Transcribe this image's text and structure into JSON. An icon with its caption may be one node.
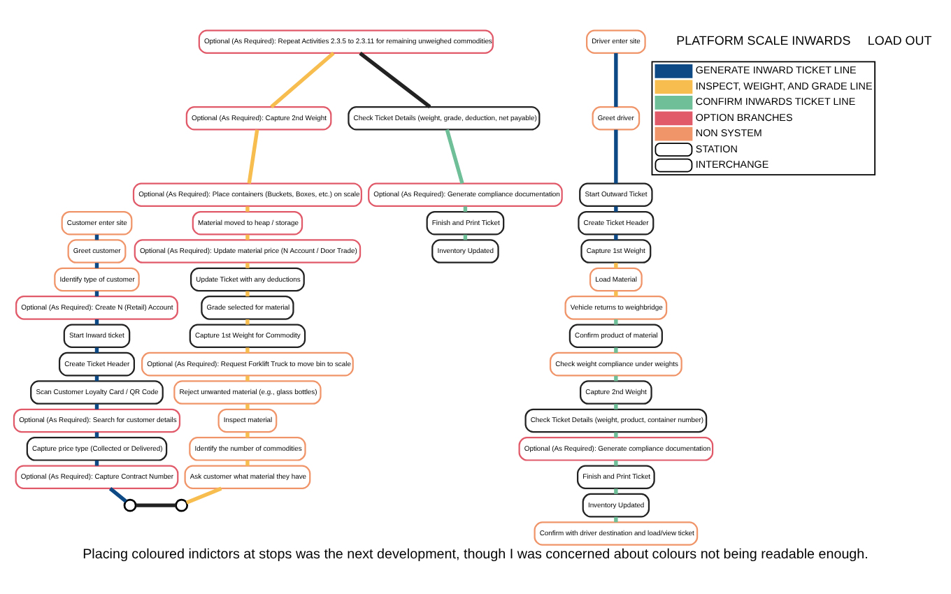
{
  "diagram": {
    "caption": "Placing coloured indictors at stops was the next development, though I was concerned about colours not being readable enough.",
    "nodes": [
      {
        "text": [
          "Customer enter site"
        ]
      },
      {
        "text": [
          "Greet customer"
        ]
      },
      {
        "text": [
          "Identify type of customer"
        ]
      },
      {
        "text": [
          "Optional (As Required): Create N (Retail) Account"
        ]
      },
      {
        "text": [
          "Start Inward ticket"
        ]
      },
      {
        "text": [
          "Create Ticket Header"
        ]
      },
      {
        "text": [
          "Scan Customer Loyalty Card / QR Code"
        ]
      },
      {
        "text": [
          "Optional (As Required): Search for customer details"
        ]
      },
      {
        "text": [
          "Capture price type (Collected or Delivered)"
        ]
      },
      {
        "text": [
          "Optional (As Required): Capture Contract Number"
        ]
      },
      {
        "text": [],
        "shape": "circle"
      },
      {
        "text": [],
        "shape": "circle"
      },
      {
        "text": [
          "Ask customer what material they have"
        ]
      },
      {
        "text": [
          "Identify the number of commodities"
        ]
      },
      {
        "text": [
          "Inspect material"
        ]
      },
      {
        "text": [
          "Reject unwanted material (e.g., glass bottles)"
        ]
      },
      {
        "text": [
          "Optional (As Required): Request Forklift Truck to move bin to scale"
        ]
      },
      {
        "text": [
          "Capture 1st Weight for Commodity"
        ]
      },
      {
        "text": [
          "Grade selected for material"
        ]
      },
      {
        "text": [
          "Update Ticket with any deductions"
        ]
      },
      {
        "text": [
          "Optional (As Required): Update material price (N Account / Door Trade)"
        ]
      },
      {
        "text": [
          "Material moved to heap / storage"
        ]
      },
      {
        "text": [
          "Optional (As Required): Place containers (Buckets, Boxes, etc.) on scale"
        ]
      },
      {
        "text": [
          "Optional (As Required): Capture 2nd Weight"
        ]
      },
      {
        "text": [
          "Optional (As Required): Repeat Activities 2.3.5 to 2.3.11 for remaining unweighed commodities"
        ]
      },
      {
        "text": [
          "Check Ticket Details (weight, grade, deduction, net payable)"
        ]
      },
      {
        "text": [
          "Optional (As Required): Generate compliance documentation"
        ]
      },
      {
        "text": [
          "Finish and Print Ticket"
        ]
      },
      {
        "text": [
          "Inventory Updated"
        ]
      },
      {
        "text": [
          "Driver enter site"
        ]
      },
      {
        "text": [
          "Greet driver"
        ]
      },
      {
        "text": [
          "Start Outward Ticket"
        ]
      },
      {
        "text": [
          "Create Ticket Header"
        ]
      },
      {
        "text": [
          "Confirm with driver destination and load/view ticket"
        ]
      },
      {
        "text": [
          "Inventory Updated"
        ]
      },
      {
        "text": [
          "Finish and Print Ticket"
        ]
      },
      {
        "text": [
          "Optional (As Required): Generate compliance documentation"
        ]
      },
      {
        "text": [
          "Check Ticket Details (weight, product, container number)"
        ]
      },
      {
        "text": [
          "Capture 2nd Weight"
        ]
      },
      {
        "text": [
          "Check weight compliance under weights"
        ]
      },
      {
        "text": [
          "Confirm product of material"
        ]
      },
      {
        "text": [
          "Vehicle returns to weighbridge"
        ]
      },
      {
        "text": [
          "Load Material"
        ]
      },
      {
        "text": [
          "Capture 1st Weight"
        ]
      }
    ],
    "edges": [
      {
        "from": 0,
        "to": 1,
        "arrow": "none",
        "color": "#0d4a85"
      },
      {
        "from": 1,
        "to": 2,
        "arrow": "none",
        "color": "#0d4a85"
      },
      {
        "from": 2,
        "to": 3,
        "arrow": "none",
        "color": "#0d4a85"
      },
      {
        "from": 3,
        "to": 4,
        "arrow": "none",
        "color": "#0d4a85"
      },
      {
        "from": 4,
        "to": 5,
        "arrow": "none",
        "color": "#0d4a85"
      },
      {
        "from": 5,
        "to": 6,
        "arrow": "none",
        "color": "#0d4a85"
      },
      {
        "from": 6,
        "to": 7,
        "arrow": "none",
        "color": "#0d4a85"
      },
      {
        "from": 7,
        "to": 8,
        "arrow": "none",
        "color": "#0d4a85"
      },
      {
        "from": 8,
        "to": 9,
        "arrow": "none",
        "color": "#0d4a85"
      },
      {
        "from": 9,
        "to": 10,
        "arrow": "none",
        "color": "#0d4a85"
      },
      {
        "from": 10,
        "to": 11,
        "arrow": "none",
        "color": "#222222"
      },
      {
        "from": 11,
        "to": 12,
        "arrow": "none",
        "color": "#f7bd4f"
      },
      {
        "from": 12,
        "to": 13,
        "arrow": "none",
        "color": "#f7bd4f"
      },
      {
        "from": 13,
        "to": 14,
        "arrow": "none",
        "color": "#f7bd4f"
      },
      {
        "from": 14,
        "to": 15,
        "arrow": "none",
        "color": "#f7bd4f"
      },
      {
        "from": 15,
        "to": 16,
        "arrow": "none",
        "color": "#f7bd4f"
      },
      {
        "from": 16,
        "to": 17,
        "arrow": "none",
        "color": "#f7bd4f"
      },
      {
        "from": 17,
        "to": 18,
        "arrow": "none",
        "color": "#f7bd4f"
      },
      {
        "from": 18,
        "to": 19,
        "arrow": "none",
        "color": "#f7bd4f"
      },
      {
        "from": 19,
        "to": 20,
        "arrow": "none",
        "color": "#f7bd4f"
      },
      {
        "from": 20,
        "to": 21,
        "arrow": "none",
        "color": "#f7bd4f"
      },
      {
        "from": 21,
        "to": 22,
        "arrow": "none",
        "color": "#f7bd4f"
      },
      {
        "from": 22,
        "to": 23,
        "arrow": "none",
        "color": "#f7bd4f"
      },
      {
        "from": 23,
        "to": 24,
        "arrow": "none",
        "color": "#f7bd4f"
      },
      {
        "from": 24,
        "to": 25,
        "arrow": "none",
        "color": "#222222"
      },
      {
        "from": 25,
        "to": 26,
        "arrow": "none",
        "color": "#6fbf98"
      },
      {
        "from": 26,
        "to": 27,
        "arrow": "none",
        "color": "#6fbf98"
      },
      {
        "from": 27,
        "to": 28,
        "arrow": "none",
        "color": "#6fbf98"
      },
      {
        "from": 29,
        "to": 30,
        "arrow": "none",
        "color": "#0d4a85"
      },
      {
        "from": 30,
        "to": 31,
        "arrow": "none",
        "color": "#0d4a85"
      },
      {
        "from": 31,
        "to": 32,
        "arrow": "none",
        "color": "#0d4a85"
      },
      {
        "from": 32,
        "to": 43,
        "arrow": "none",
        "color": "#0d4a85"
      },
      {
        "from": 43,
        "to": 42,
        "arrow": "none",
        "color": "#f7bd4f"
      },
      {
        "from": 42,
        "to": 41,
        "arrow": "none",
        "color": "#f7bd4f"
      },
      {
        "from": 41,
        "to": 40,
        "arrow": "none",
        "color": "#6fbf98"
      },
      {
        "from": 40,
        "to": 39,
        "arrow": "none",
        "color": "#6fbf98"
      },
      {
        "from": 39,
        "to": 38,
        "arrow": "none",
        "color": "#6fbf98"
      },
      {
        "from": 38,
        "to": 37,
        "arrow": "none",
        "color": "#6fbf98"
      },
      {
        "from": 37,
        "to": 36,
        "arrow": "none",
        "color": "#6fbf98"
      },
      {
        "from": 36,
        "to": 35,
        "arrow": "none",
        "color": "#6fbf98"
      },
      {
        "from": 35,
        "to": 34,
        "arrow": "none",
        "color": "#6fbf98"
      },
      {
        "from": 34,
        "to": 33,
        "arrow": "none",
        "color": "#6fbf98"
      }
    ],
    "labels": [
      "PLATFORM SCALE INWARDS",
      "LOAD OUT"
    ],
    "legend": [
      {
        "text": "GENERATE INWARD TICKET LINE",
        "color": "#0d4a85"
      },
      {
        "text": "INSPECT, WEIGHT, AND GRADE LINE",
        "color": "#f7bd4f"
      },
      {
        "text": "CONFIRM INWARDS TICKET LINE",
        "color": "#6fbf98"
      },
      {
        "text": "OPTION BRANCHES",
        "color": "#e05a6a"
      },
      {
        "text": "NON SYSTEM",
        "color": "#f0956a"
      },
      {
        "text": "STATION"
      },
      {
        "text": "INTERCHANGE"
      }
    ]
  }
}
